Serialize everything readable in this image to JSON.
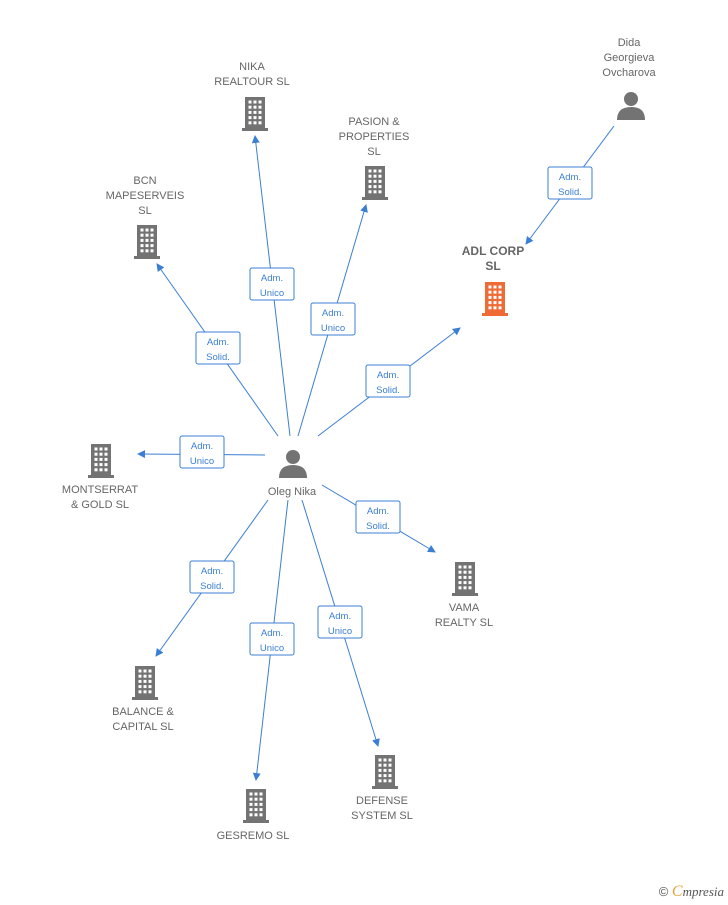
{
  "colors": {
    "edge": "#3b7fd4",
    "company": "#737373",
    "focus": "#f06a35",
    "person": "#737373"
  },
  "nodes": [
    {
      "id": "nika",
      "type": "company",
      "lines": [
        "NIKA",
        "REALTOUR SL"
      ]
    },
    {
      "id": "pasion",
      "type": "company",
      "lines": [
        "PASION &",
        "PROPERTIES",
        "SL"
      ]
    },
    {
      "id": "bcn",
      "type": "company",
      "lines": [
        "BCN",
        "MAPESERVEIS",
        "SL"
      ]
    },
    {
      "id": "adl",
      "type": "focus",
      "lines": [
        "ADL CORP",
        "SL"
      ]
    },
    {
      "id": "dida",
      "type": "person",
      "lines": [
        "Dida",
        "Georgieva",
        "Ovcharova"
      ]
    },
    {
      "id": "montserrat",
      "type": "company",
      "lines": [
        "MONTSERRAT",
        "& GOLD  SL"
      ]
    },
    {
      "id": "oleg",
      "type": "person",
      "lines": [
        "Oleg Nika"
      ]
    },
    {
      "id": "vama",
      "type": "company",
      "lines": [
        "VAMA",
        "REALTY  SL"
      ]
    },
    {
      "id": "balance",
      "type": "company",
      "lines": [
        "BALANCE &",
        "CAPITAL  SL"
      ]
    },
    {
      "id": "defense",
      "type": "company",
      "lines": [
        "DEFENSE",
        "SYSTEM  SL"
      ]
    },
    {
      "id": "gesremo",
      "type": "company",
      "lines": [
        "GESREMO  SL"
      ]
    }
  ],
  "relations": [
    {
      "from": "oleg",
      "to": "nika",
      "lines": [
        "Adm.",
        "Unico"
      ]
    },
    {
      "from": "oleg",
      "to": "pasion",
      "lines": [
        "Adm.",
        "Unico"
      ]
    },
    {
      "from": "oleg",
      "to": "bcn",
      "lines": [
        "Adm.",
        "Solid."
      ]
    },
    {
      "from": "oleg",
      "to": "adl",
      "lines": [
        "Adm.",
        "Solid."
      ]
    },
    {
      "from": "dida",
      "to": "adl",
      "lines": [
        "Adm.",
        "Solid."
      ]
    },
    {
      "from": "oleg",
      "to": "montserrat",
      "lines": [
        "Adm.",
        "Unico"
      ]
    },
    {
      "from": "oleg",
      "to": "vama",
      "lines": [
        "Adm.",
        "Solid."
      ]
    },
    {
      "from": "oleg",
      "to": "balance",
      "lines": [
        "Adm.",
        "Solid."
      ]
    },
    {
      "from": "oleg",
      "to": "gesremo",
      "lines": [
        "Adm.",
        "Unico"
      ]
    },
    {
      "from": "oleg",
      "to": "defense",
      "lines": [
        "Adm.",
        "Unico"
      ]
    }
  ],
  "brand": {
    "copyright": "©",
    "initial": "C",
    "name": "mpresia"
  }
}
